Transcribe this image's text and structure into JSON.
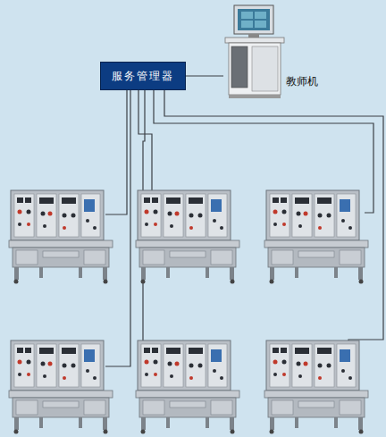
{
  "diagram": {
    "nodes": [
      {
        "text": [
          "服务管理器"
        ]
      },
      {
        "text": [
          "教师机"
        ]
      }
    ],
    "edges": [
      {
        "from": 0,
        "to": 1,
        "arrow": "none"
      }
    ]
  }
}
